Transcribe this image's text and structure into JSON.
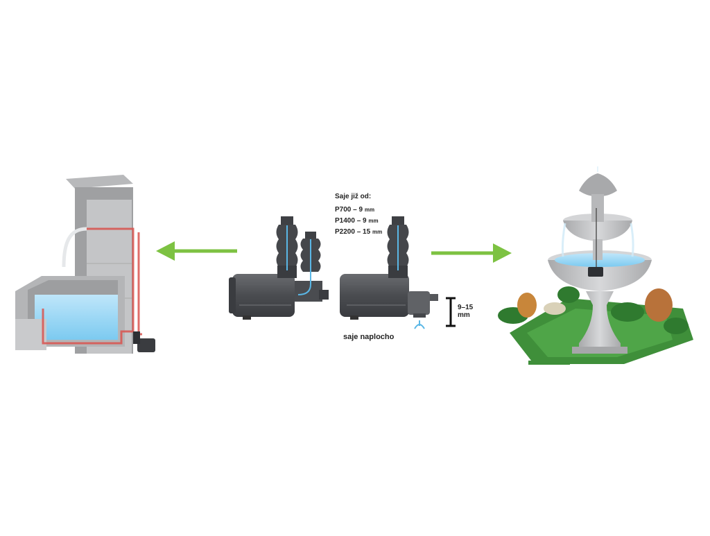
{
  "spec": {
    "title": "Saje již od:",
    "rows": [
      {
        "model": "P700 – 9",
        "unit": "mm"
      },
      {
        "model": "P1400 – 9",
        "unit": "mm"
      },
      {
        "model": "P2200 – 15",
        "unit": "mm"
      }
    ]
  },
  "caption": "saje naplocho",
  "gap": {
    "range": "9–15",
    "unit": "mm"
  },
  "icons": {
    "arrow_left": "green-arrow-left-icon",
    "arrow_right": "green-arrow-right-icon"
  },
  "colors": {
    "arrow": "#7dc242",
    "pump_body": "#4a4c50",
    "water": "#5ab7e6",
    "hose": "#d9534f",
    "stone": "#c9cacc",
    "grass": "#3f8f3a"
  }
}
